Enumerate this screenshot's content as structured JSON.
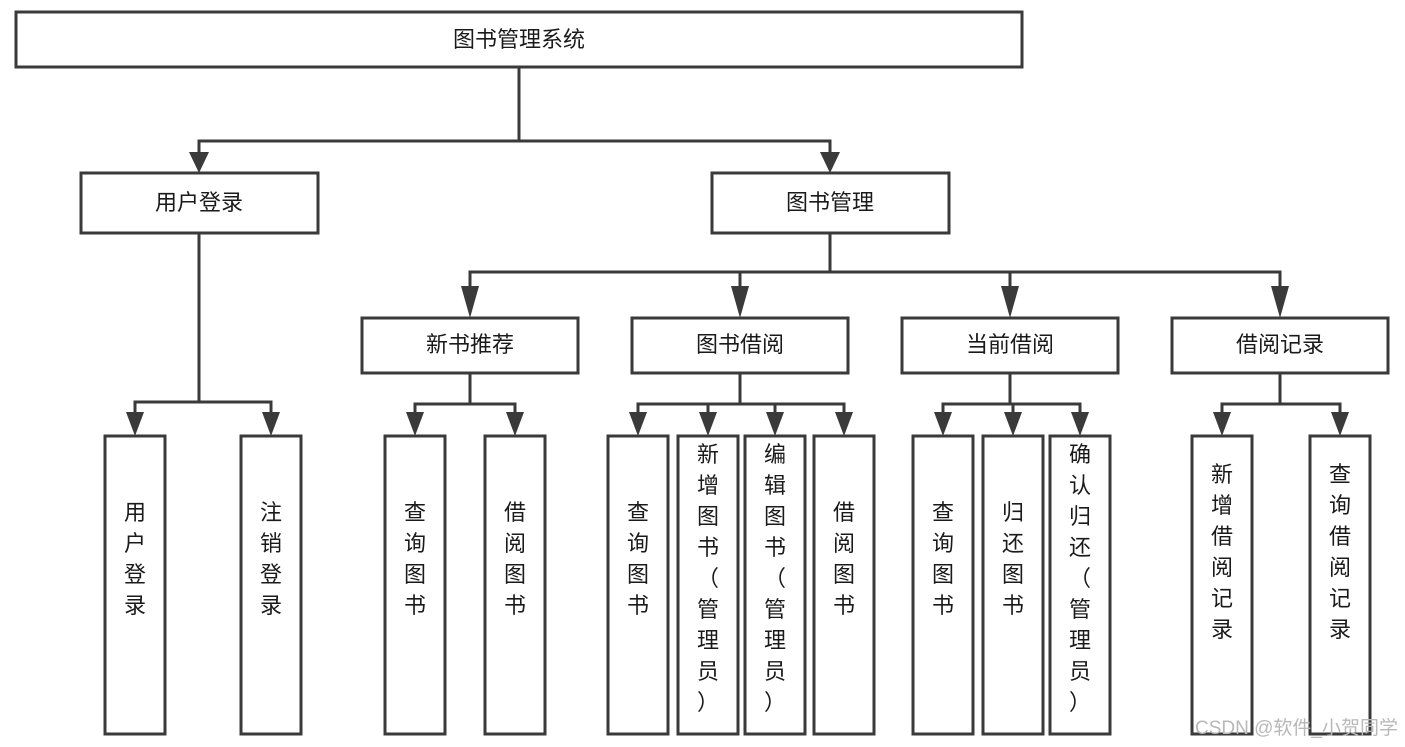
{
  "diagram": {
    "type": "tree-hierarchy",
    "title": "图书管理系统",
    "orientation": "top-down",
    "colors": {
      "box_stroke": "#3a3a3a",
      "box_fill": "#ffffff",
      "connector": "#3a3a3a",
      "text": "#1a1a1a",
      "watermark": "#b8b8b8",
      "background": "#ffffff"
    },
    "levels": {
      "level0": "root",
      "level1": "modules",
      "level2": "submodules",
      "level3": "operations"
    },
    "nodes": {
      "root": {
        "id": "root",
        "label": "图书管理系统",
        "orient": "horizontal"
      },
      "login": {
        "id": "login",
        "label": "用户登录",
        "orient": "horizontal"
      },
      "book_mgmt": {
        "id": "book_mgmt",
        "label": "图书管理",
        "orient": "horizontal"
      },
      "new_book_rec": {
        "id": "new_book_rec",
        "label": "新书推荐",
        "orient": "horizontal"
      },
      "book_borrow": {
        "id": "book_borrow",
        "label": "图书借阅",
        "orient": "horizontal"
      },
      "current_borrow": {
        "id": "current_borrow",
        "label": "当前借阅",
        "orient": "horizontal"
      },
      "borrow_record": {
        "id": "borrow_record",
        "label": "借阅记录",
        "orient": "horizontal"
      },
      "leaf_user_login": {
        "id": "leaf_user_login",
        "label": "用户登录",
        "orient": "vertical"
      },
      "leaf_logout": {
        "id": "leaf_logout",
        "label": "注销登录",
        "orient": "vertical"
      },
      "leaf_query_book_1": {
        "id": "leaf_query_book_1",
        "label": "查询图书",
        "orient": "vertical"
      },
      "leaf_borrow_book_1": {
        "id": "leaf_borrow_book_1",
        "label": "借阅图书",
        "orient": "vertical"
      },
      "leaf_query_book_2": {
        "id": "leaf_query_book_2",
        "label": "查询图书",
        "orient": "vertical"
      },
      "leaf_add_book": {
        "id": "leaf_add_book",
        "label": "新增图书（管理员）",
        "orient": "vertical"
      },
      "leaf_edit_book": {
        "id": "leaf_edit_book",
        "label": "编辑图书（管理员）",
        "orient": "vertical"
      },
      "leaf_borrow_book_2": {
        "id": "leaf_borrow_book_2",
        "label": "借阅图书",
        "orient": "vertical"
      },
      "leaf_query_book_3": {
        "id": "leaf_query_book_3",
        "label": "查询图书",
        "orient": "vertical"
      },
      "leaf_return_book": {
        "id": "leaf_return_book",
        "label": "归还图书",
        "orient": "vertical"
      },
      "leaf_confirm_return": {
        "id": "leaf_confirm_return",
        "label": "确认归还（管理员）",
        "orient": "vertical"
      },
      "leaf_add_record": {
        "id": "leaf_add_record",
        "label": "新增借阅记录",
        "orient": "vertical"
      },
      "leaf_query_record": {
        "id": "leaf_query_record",
        "label": "查询借阅记录",
        "orient": "vertical"
      }
    },
    "edges": [
      {
        "from": "root",
        "to": "login"
      },
      {
        "from": "root",
        "to": "book_mgmt"
      },
      {
        "from": "login",
        "to": "leaf_user_login"
      },
      {
        "from": "login",
        "to": "leaf_logout"
      },
      {
        "from": "book_mgmt",
        "to": "new_book_rec"
      },
      {
        "from": "book_mgmt",
        "to": "book_borrow"
      },
      {
        "from": "book_mgmt",
        "to": "current_borrow"
      },
      {
        "from": "book_mgmt",
        "to": "borrow_record"
      },
      {
        "from": "new_book_rec",
        "to": "leaf_query_book_1"
      },
      {
        "from": "new_book_rec",
        "to": "leaf_borrow_book_1"
      },
      {
        "from": "book_borrow",
        "to": "leaf_query_book_2"
      },
      {
        "from": "book_borrow",
        "to": "leaf_add_book"
      },
      {
        "from": "book_borrow",
        "to": "leaf_edit_book"
      },
      {
        "from": "book_borrow",
        "to": "leaf_borrow_book_2"
      },
      {
        "from": "current_borrow",
        "to": "leaf_query_book_3"
      },
      {
        "from": "current_borrow",
        "to": "leaf_return_book"
      },
      {
        "from": "current_borrow",
        "to": "leaf_confirm_return"
      },
      {
        "from": "borrow_record",
        "to": "leaf_add_record"
      },
      {
        "from": "borrow_record",
        "to": "leaf_query_record"
      }
    ]
  },
  "watermark": {
    "text": "CSDN @软件_小贺同学"
  }
}
